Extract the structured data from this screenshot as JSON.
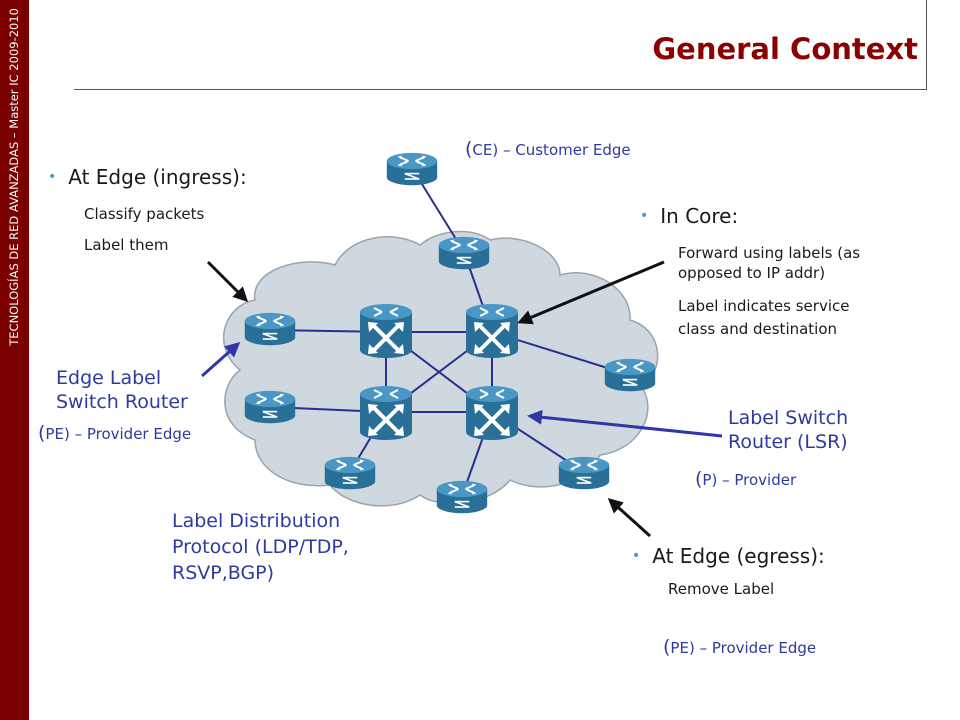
{
  "slide": {
    "title": "General Context",
    "sidebar_text": "TECNOLOGÍAS DE RED AVANZADAS – Master IC 2009-2010"
  },
  "ingress": {
    "heading": "At Edge (ingress):",
    "items": [
      "Classify packets",
      "Label them"
    ]
  },
  "core": {
    "heading": "In Core:",
    "items": [
      "Forward using labels (as",
      "opposed to IP addr)",
      "Label indicates service",
      "class and destination"
    ]
  },
  "egress": {
    "heading": "At Edge (egress):",
    "items": [
      "Remove Label"
    ]
  },
  "labels": {
    "ce_paren": "(",
    "ce_text": "CE) – Customer Edge",
    "pe1_paren": "(",
    "pe1_text": "PE) – Provider Edge",
    "p_paren": "(",
    "p_text": "P) – Provider",
    "pe2_paren": "(",
    "pe2_text": "PE) – Provider Edge",
    "elsr_line1": "Edge Label",
    "elsr_line2": "Switch Router",
    "lsr_line1": "Label Switch",
    "lsr_line2": "Router (LSR)",
    "ldp_line1": "Label Distribution",
    "ldp_line2": "Protocol (LDP/TDP,",
    "ldp_line3": "RSVP,BGP)"
  },
  "colors": {
    "sidebar": "#7a0000",
    "title": "#8b0000",
    "router": "#2f7fae",
    "cloud": "#cfd7df",
    "link": "#2a2f8f",
    "pointer": "#2e36a8"
  },
  "icons": [
    "router-icon",
    "switch-router-icon"
  ]
}
